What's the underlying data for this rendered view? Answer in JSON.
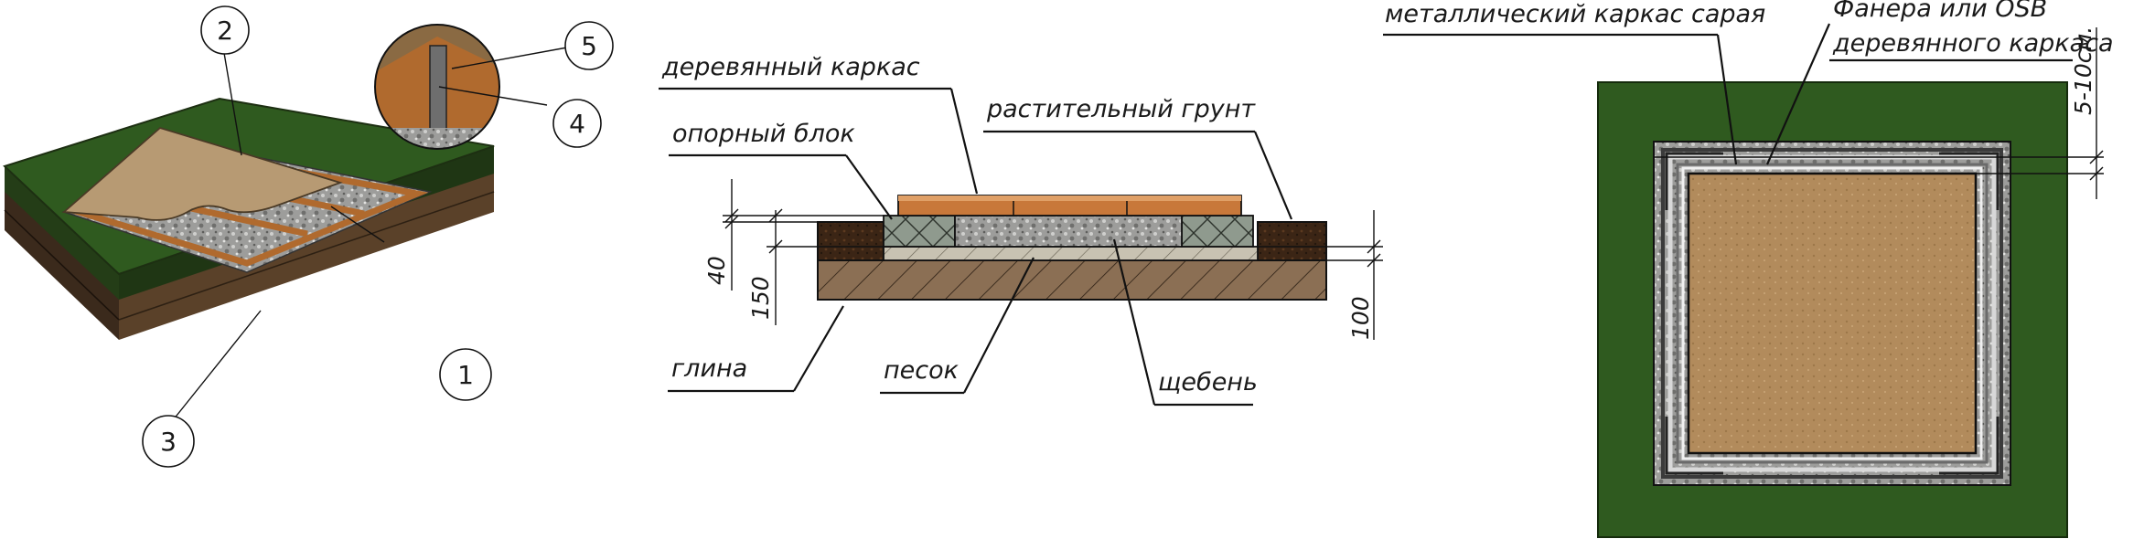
{
  "iso_view": {
    "callouts": [
      "1",
      "2",
      "3",
      "4",
      "5"
    ]
  },
  "section_view": {
    "labels": {
      "wooden_frame": "деревянный каркас",
      "support_block": "опорный блок",
      "topsoil": "растительный грунт",
      "clay": "глина",
      "sand": "песок",
      "gravel": "щебень"
    },
    "dimensions": {
      "d40": "40",
      "d150": "150",
      "d100": "100"
    }
  },
  "plan_view": {
    "labels": {
      "metal_frame": "металлический каркас сарая",
      "plywood_line1": "Фанера или OSB",
      "plywood_line2": "деревянного каркаса"
    },
    "dimensions": {
      "gap": "5-10см."
    }
  },
  "colors": {
    "grass": "#2f5a1f",
    "soil_dark": "#3a2614",
    "soil_brown": "#6b4a2c",
    "clay": "#8a6f55",
    "sand": "#c9bfa8",
    "gravel": "#9a9a98",
    "wood": "#c8783a",
    "plywood": "#b38c5e"
  }
}
